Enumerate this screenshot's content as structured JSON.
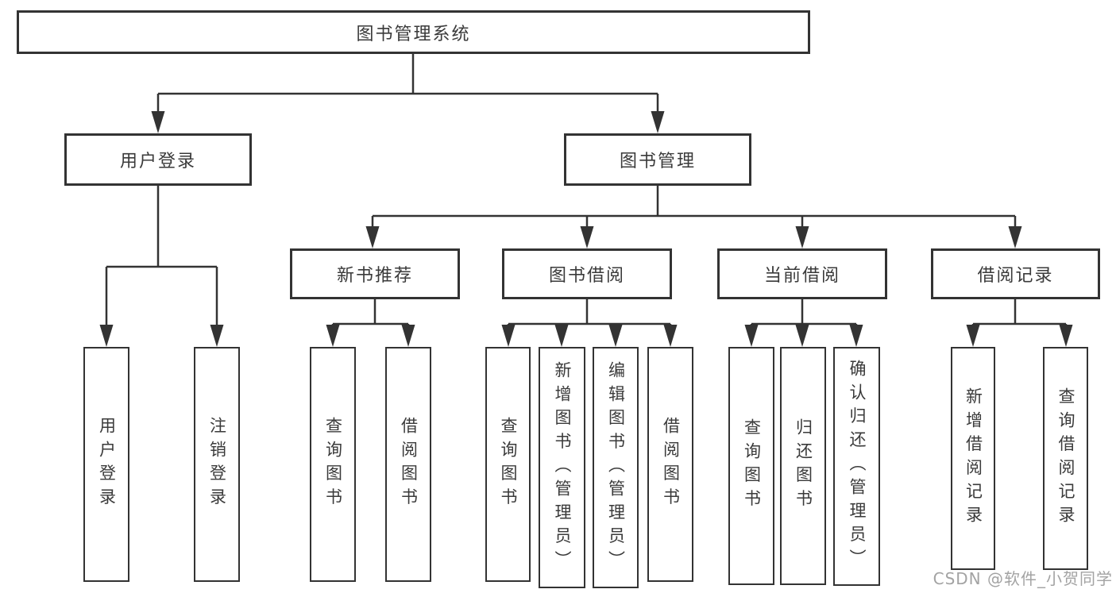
{
  "diagram": {
    "type": "hierarchy",
    "colors": {
      "line": "#333333",
      "box_border": "#333333",
      "text": "#3a3a3a",
      "watermark": "#a3a3a3",
      "background": "#ffffff"
    },
    "tree": {
      "label": "图书管理系统",
      "children": [
        {
          "label": "用户登录",
          "children": [
            {
              "label": "用户登录"
            },
            {
              "label": "注销登录"
            }
          ]
        },
        {
          "label": "图书管理",
          "children": [
            {
              "label": "新书推荐",
              "children": [
                {
                  "label": "查询图书"
                },
                {
                  "label": "借阅图书"
                }
              ]
            },
            {
              "label": "图书借阅",
              "children": [
                {
                  "label": "查询图书"
                },
                {
                  "label": "新增图书（管理员）"
                },
                {
                  "label": "编辑图书（管理员）"
                },
                {
                  "label": "借阅图书"
                }
              ]
            },
            {
              "label": "当前借阅",
              "children": [
                {
                  "label": "查询图书"
                },
                {
                  "label": "归还图书"
                },
                {
                  "label": "确认归还（管理员）"
                }
              ]
            },
            {
              "label": "借阅记录",
              "children": [
                {
                  "label": "新增借阅记录"
                },
                {
                  "label": "查询借阅记录"
                }
              ]
            }
          ]
        }
      ]
    },
    "watermark": "CSDN @软件_小贺同学"
  }
}
